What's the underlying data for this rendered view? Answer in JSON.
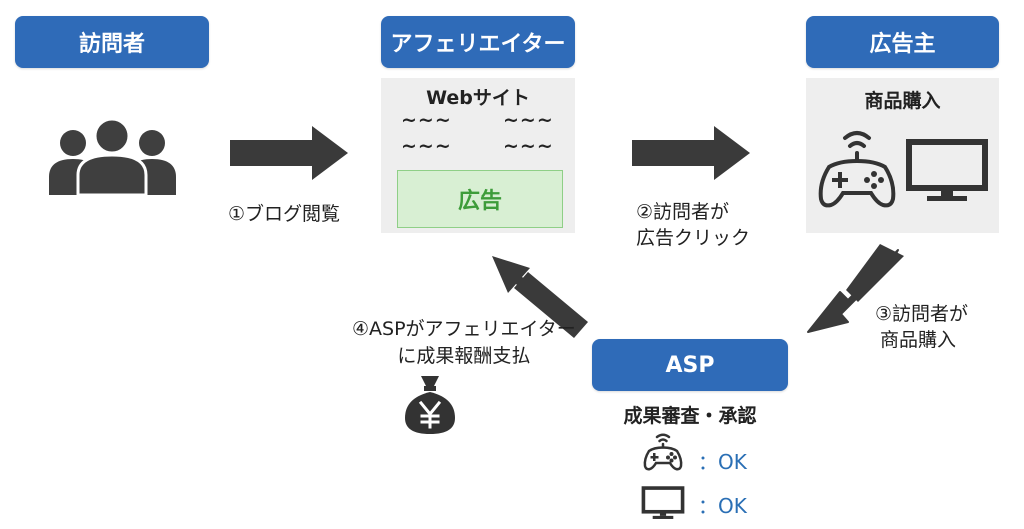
{
  "visitor": {
    "label": "訪問者"
  },
  "affiliate": {
    "label": "アフェリエイター",
    "website_title": "Webサイト",
    "tildes": [
      "~~~",
      "~~~",
      "~~~",
      "~~~"
    ],
    "ad_label": "広告"
  },
  "advertiser": {
    "label": "広告主",
    "panel_title": "商品購入"
  },
  "asp": {
    "label": "ASP",
    "review_title": "成果審査・承認",
    "rows": [
      {
        "icon": "gamepad-icon",
        "status": "：OK"
      },
      {
        "icon": "monitor-icon",
        "status": "：OK"
      }
    ]
  },
  "steps": {
    "step1": "①ブログ閲覧",
    "step2_line1": "②訪問者が",
    "step2_line2": "広告クリック",
    "step3_line1": "③訪問者が",
    "step3_line2": "商品購入",
    "step4_line1": "④ASPがアフェリエイター",
    "step4_line2": "に成果報酬支払"
  },
  "colors": {
    "label_bg": "#2f6bb8",
    "arrow": "#3a3a3a",
    "panel_bg": "#eeeeee",
    "ad_bg": "#d8efd3",
    "ad_text": "#3e9c3a",
    "ok_text": "#2a6fb5"
  },
  "icons": {
    "people": "people-group-icon",
    "money": "yen-money-bag-icon"
  }
}
